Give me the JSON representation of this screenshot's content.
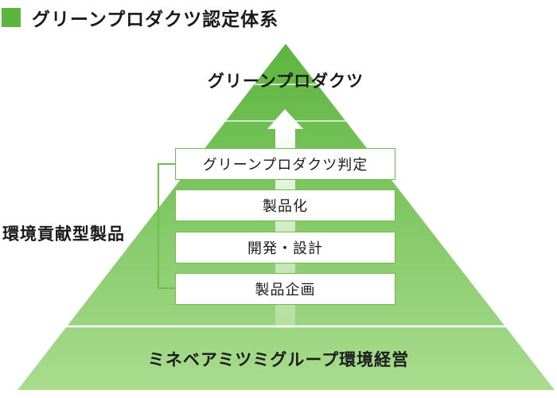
{
  "title": "グリーンプロダクツ認定体系",
  "colors": {
    "accent": "#5cb53e",
    "pyramid_top": "#5cb53e",
    "pyramid_bottom": "#a9dc8f",
    "box_border": "#6fbf4a"
  },
  "apex_label": "グリーンプロダクツ",
  "left_label": "環境貢献型製品",
  "base_label": "ミネベアミツミグループ環境経営",
  "steps": [
    "グリーンプロダクツ判定",
    "製品化",
    "開発・設計",
    "製品企画"
  ]
}
